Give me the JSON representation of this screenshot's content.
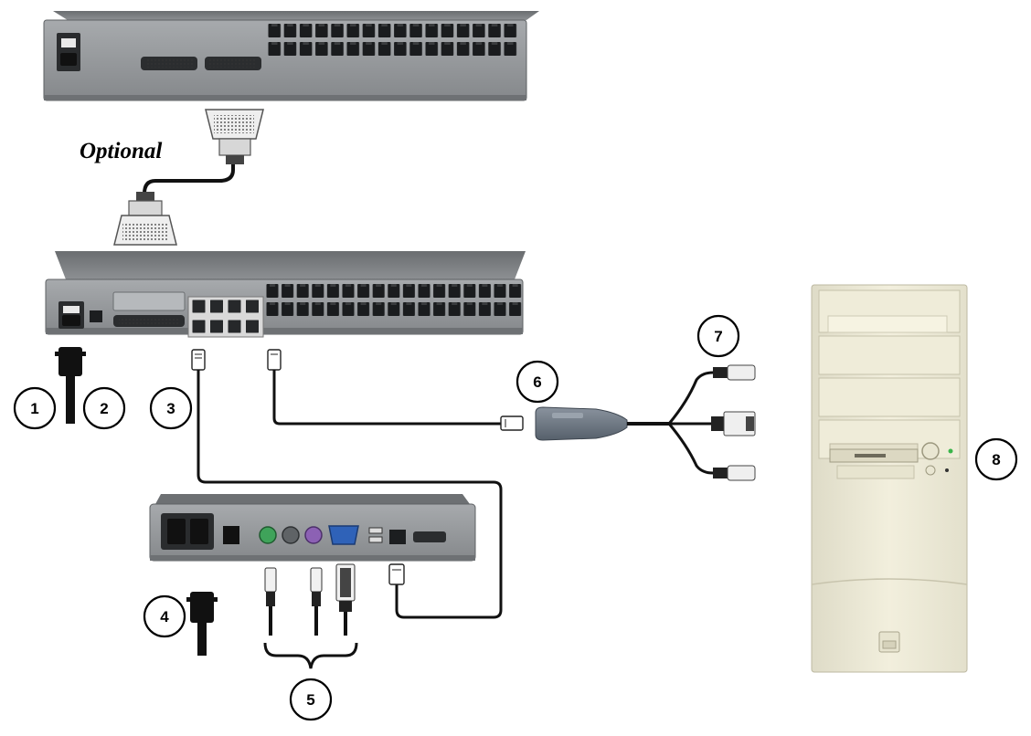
{
  "optional_label": "Optional",
  "callouts": [
    {
      "id": "1",
      "label": "1"
    },
    {
      "id": "2",
      "label": "2"
    },
    {
      "id": "3",
      "label": "3"
    },
    {
      "id": "4",
      "label": "4"
    },
    {
      "id": "5",
      "label": "5"
    },
    {
      "id": "6",
      "label": "6"
    },
    {
      "id": "7",
      "label": "7"
    },
    {
      "id": "8",
      "label": "8"
    }
  ],
  "colors": {
    "switch_body": "#7d8083",
    "switch_face": "#9a9da0",
    "rj45_port": "#1a1c1e",
    "cable": "#111111",
    "dongle": "#6b7480",
    "tower": "#ece9d6"
  },
  "icons": [
    "power-inlet-icon",
    "rj45-port-icon",
    "db25-connector-icon",
    "ps2-port-icon",
    "vga-port-icon",
    "usb-port-icon"
  ]
}
